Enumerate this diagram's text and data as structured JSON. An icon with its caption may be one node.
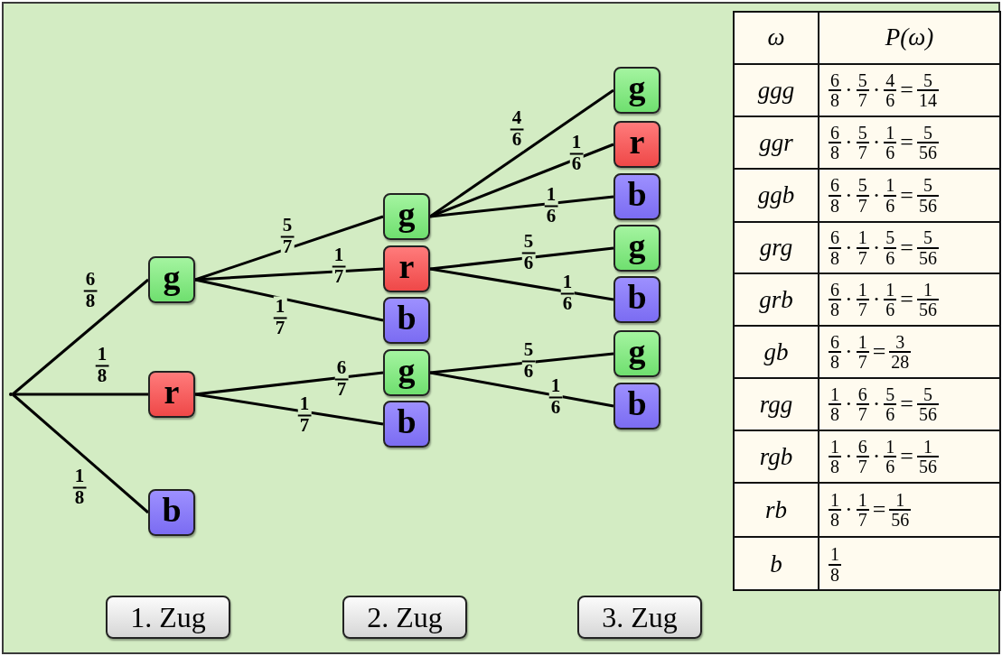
{
  "diagram": {
    "nodes": [
      {
        "text": [],
        "shape": "point"
      },
      {
        "text": [
          "g"
        ]
      },
      {
        "text": [
          "r"
        ]
      },
      {
        "text": [
          "b"
        ]
      },
      {
        "text": [
          "g"
        ]
      },
      {
        "text": [
          "r"
        ]
      },
      {
        "text": [
          "b"
        ]
      },
      {
        "text": [
          "g"
        ]
      },
      {
        "text": [
          "b"
        ]
      },
      {
        "text": [
          "g"
        ]
      },
      {
        "text": [
          "r"
        ]
      },
      {
        "text": [
          "b"
        ]
      },
      {
        "text": [
          "g"
        ]
      },
      {
        "text": [
          "b"
        ]
      },
      {
        "text": [
          "g"
        ]
      },
      {
        "text": [
          "b"
        ]
      },
      {
        "text": [
          "1. Zug"
        ]
      },
      {
        "text": [
          "2. Zug"
        ]
      },
      {
        "text": [
          "3. Zug"
        ]
      }
    ],
    "edges": [
      {
        "from": 0,
        "to": 1,
        "arrow": "none",
        "label": "6 8"
      },
      {
        "from": 0,
        "to": 2,
        "arrow": "none",
        "label": "1 8"
      },
      {
        "from": 0,
        "to": 3,
        "arrow": "none",
        "label": "1 8"
      },
      {
        "from": 1,
        "to": 4,
        "arrow": "none",
        "label": "5 7"
      },
      {
        "from": 1,
        "to": 5,
        "arrow": "none",
        "label": "1 7"
      },
      {
        "from": 1,
        "to": 6,
        "arrow": "none",
        "label": "1 7"
      },
      {
        "from": 2,
        "to": 7,
        "arrow": "none",
        "label": "6 7"
      },
      {
        "from": 2,
        "to": 8,
        "arrow": "none",
        "label": "1 7"
      },
      {
        "from": 4,
        "to": 9,
        "arrow": "none",
        "label": "4 6"
      },
      {
        "from": 4,
        "to": 10,
        "arrow": "none",
        "label": "1 6"
      },
      {
        "from": 4,
        "to": 11,
        "arrow": "none",
        "label": "1 6"
      },
      {
        "from": 5,
        "to": 12,
        "arrow": "none",
        "label": "5 6"
      },
      {
        "from": 5,
        "to": 13,
        "arrow": "none",
        "label": "1 6"
      },
      {
        "from": 7,
        "to": 14,
        "arrow": "none",
        "label": "5 6"
      },
      {
        "from": 7,
        "to": 15,
        "arrow": "none",
        "label": "1 6"
      }
    ],
    "labels": [
      "ω",
      "P(ω)",
      "ggg",
      "6 8",
      "·",
      "5 7",
      "·",
      "4 6",
      "=",
      "5 14",
      "ggr",
      "6 8",
      "·",
      "5 7",
      "·",
      "1 6",
      "=",
      "5 56",
      "ggb",
      "6 8",
      "·",
      "5 7",
      "·",
      "1 6",
      "=",
      "5 56",
      "grg",
      "6 8",
      "·",
      "1 7",
      "·",
      "5 6",
      "=",
      "5 56",
      "grb",
      "6 8",
      "·",
      "1 7",
      "·",
      "1 6",
      "=",
      "1 56",
      "gb",
      "6 8",
      "·",
      "1 7",
      "=",
      "3 28",
      "rgg",
      "1 8",
      "·",
      "6 7",
      "·",
      "5 6",
      "=",
      "5 56",
      "rgb",
      "1 8",
      "·",
      "6 7",
      "·",
      "1 6",
      "=",
      "1 56",
      "rb",
      "1 8",
      "·",
      "1 7",
      "=",
      "1 56",
      "b",
      "1 8"
    ]
  }
}
